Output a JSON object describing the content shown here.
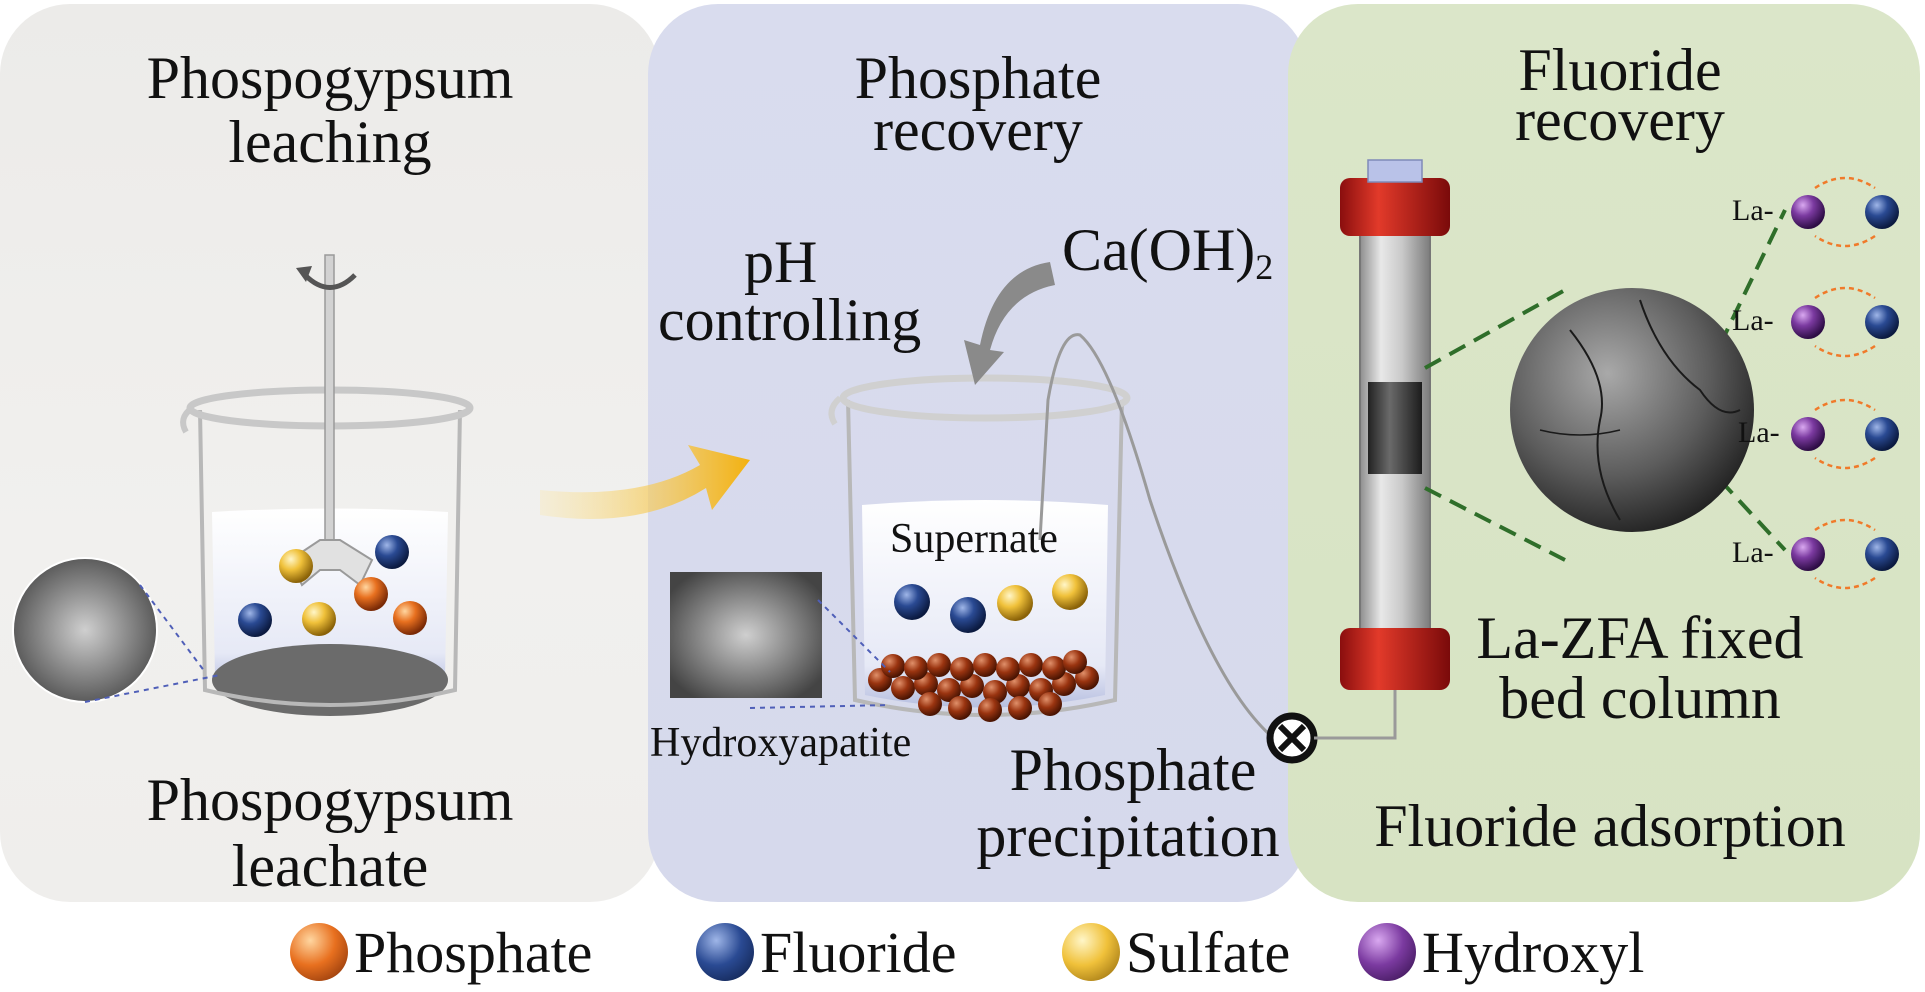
{
  "panels": {
    "leaching": {
      "title_line1": "Phospogypsum",
      "title_line2": "leaching",
      "caption_line1": "Phospogypsum",
      "caption_line2": "leachate"
    },
    "phosphate": {
      "title_line1": "Phosphate",
      "title_line2": "recovery",
      "ph_line1": "pH",
      "ph_line2": "controlling",
      "reagent": "Ca(OH)",
      "reagent_sub": "2",
      "supernate": "Supernate",
      "hydroxyapatite": "Hydroxyapatite",
      "caption_line1": "Phosphate",
      "caption_line2": "precipitation"
    },
    "fluoride": {
      "title_line1": "Fluoride",
      "title_line2": "recovery",
      "la_labels": [
        "La-",
        "La-",
        "La-",
        "La-"
      ],
      "column_line1": "La-ZFA fixed",
      "column_line2": "bed column",
      "caption": "Fluoride adsorption"
    }
  },
  "legend": [
    {
      "label": "Phosphate",
      "icon": "orange-sphere",
      "color": "#d9591b"
    },
    {
      "label": "Fluoride",
      "icon": "navy-sphere",
      "color": "#1f3b7a"
    },
    {
      "label": "Sulfate",
      "icon": "yellow-sphere",
      "color": "#e6b325"
    },
    {
      "label": "Hydroxyl",
      "icon": "purple-sphere",
      "color": "#6a2a8c"
    }
  ]
}
